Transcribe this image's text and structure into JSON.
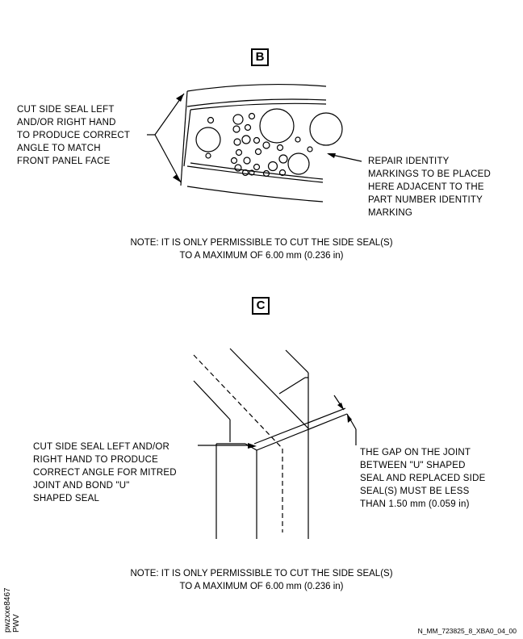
{
  "view_b": {
    "label": "B",
    "left_note": [
      "CUT SIDE SEAL LEFT",
      "AND/OR RIGHT HAND",
      "TO PRODUCE CORRECT",
      "ANGLE TO MATCH",
      "FRONT PANEL FACE"
    ],
    "right_note": [
      "REPAIR IDENTITY",
      "MARKINGS TO BE PLACED",
      "HERE ADJACENT TO THE",
      "PART NUMBER IDENTITY",
      "MARKING"
    ],
    "note": [
      "NOTE: IT IS ONLY PERMISSIBLE TO CUT THE SIDE SEAL(S)",
      "TO A MAXIMUM OF 6.00 mm (0.236 in)"
    ]
  },
  "view_c": {
    "label": "C",
    "left_note": [
      "CUT SIDE SEAL LEFT AND/OR",
      "RIGHT HAND TO PRODUCE",
      "CORRECT ANGLE FOR MITRED",
      "JOINT AND BOND \"U\"",
      "SHAPED SEAL"
    ],
    "right_note": [
      "THE GAP ON THE JOINT",
      "BETWEEN \"U\" SHAPED",
      "SEAL AND REPLACED SIDE",
      "SEAL(S) MUST BE LESS",
      "THAN 1.50 mm (0.059 in)"
    ],
    "note": [
      "NOTE: IT IS ONLY PERMISSIBLE TO CUT THE SIDE SEAL(S)",
      "TO A MAXIMUM OF 6.00 mm (0.236 in)"
    ]
  },
  "side_code": [
    "pwzxxe8467",
    "PWV"
  ],
  "reference": "N_MM_723825_8_XBA0_04_00"
}
